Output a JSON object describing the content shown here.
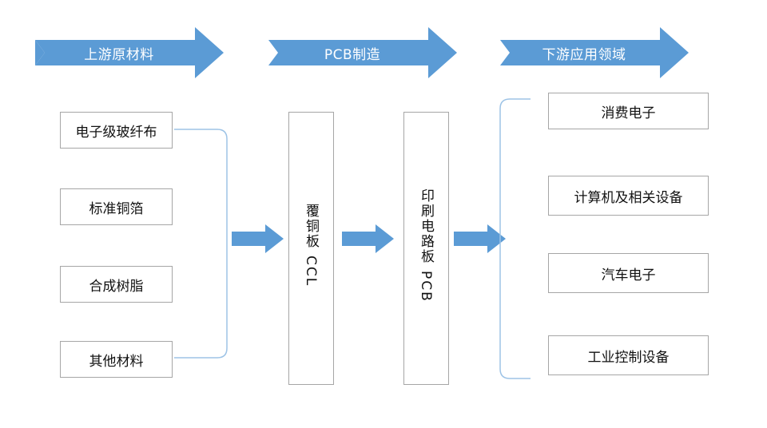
{
  "stages": [
    {
      "label": "上游原材料"
    },
    {
      "label": "PCB制造"
    },
    {
      "label": "下游应用领域"
    }
  ],
  "materials": [
    "电子级玻纤布",
    "标准铜箔",
    "合成树脂",
    "其他材料"
  ],
  "ccl": {
    "name": "覆铜板",
    "abbr": "CCL"
  },
  "pcb": {
    "name": "印刷电路板",
    "abbr": "PCB"
  },
  "applications": [
    "消费电子",
    "计算机及相关设备",
    "汽车电子",
    "工业控制设备"
  ],
  "colors": {
    "arrow": "#5b9bd5",
    "box_border": "#a6a6a6",
    "bracket": "#9dc3e6"
  }
}
